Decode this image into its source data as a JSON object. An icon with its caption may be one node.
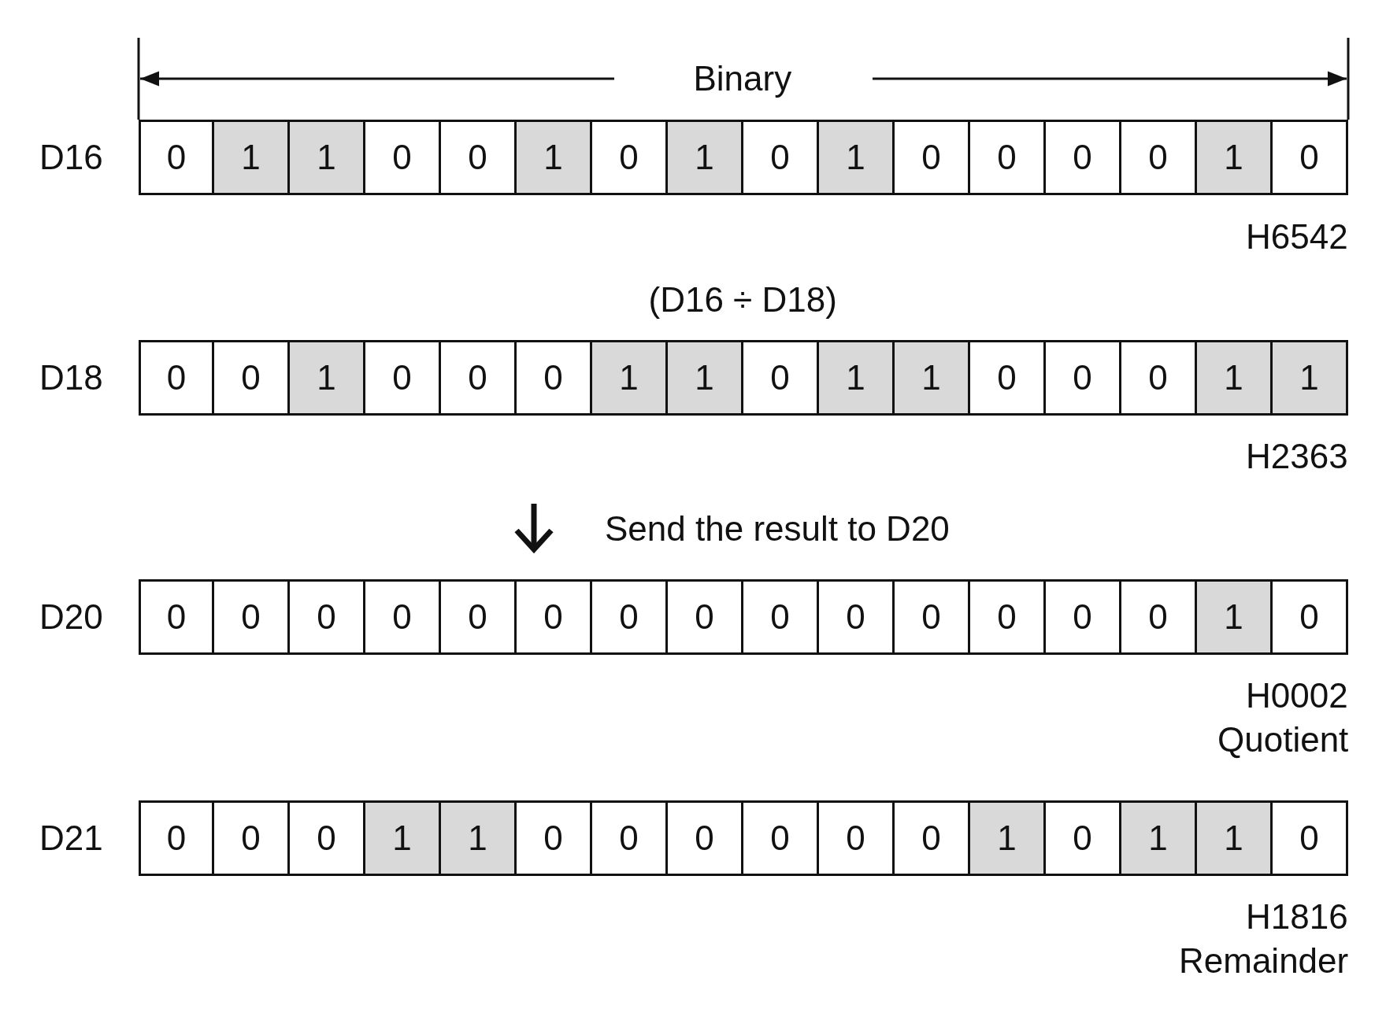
{
  "diagram": {
    "nodes": [
      {
        "text": [
          "0"
        ]
      },
      {
        "text": [
          "1"
        ]
      },
      {
        "text": [
          "1"
        ]
      },
      {
        "text": [
          "0"
        ]
      },
      {
        "text": [
          "0"
        ]
      },
      {
        "text": [
          "1"
        ]
      },
      {
        "text": [
          "0"
        ]
      },
      {
        "text": [
          "1"
        ]
      },
      {
        "text": [
          "0"
        ]
      },
      {
        "text": [
          "1"
        ]
      },
      {
        "text": [
          "0"
        ]
      },
      {
        "text": [
          "0"
        ]
      },
      {
        "text": [
          "0"
        ]
      },
      {
        "text": [
          "0"
        ]
      },
      {
        "text": [
          "1"
        ]
      },
      {
        "text": [
          "0"
        ]
      },
      {
        "text": [
          "0"
        ]
      },
      {
        "text": [
          "0"
        ]
      },
      {
        "text": [
          "1"
        ]
      },
      {
        "text": [
          "0"
        ]
      },
      {
        "text": [
          "0"
        ]
      },
      {
        "text": [
          "0"
        ]
      },
      {
        "text": [
          "1"
        ]
      },
      {
        "text": [
          "1"
        ]
      },
      {
        "text": [
          "0"
        ]
      },
      {
        "text": [
          "1"
        ]
      },
      {
        "text": [
          "1"
        ]
      },
      {
        "text": [
          "0"
        ]
      },
      {
        "text": [
          "0"
        ]
      },
      {
        "text": [
          "0"
        ]
      },
      {
        "text": [
          "1"
        ]
      },
      {
        "text": [
          "1"
        ]
      },
      {
        "text": [
          "0"
        ]
      },
      {
        "text": [
          "0"
        ]
      },
      {
        "text": [
          "0"
        ]
      },
      {
        "text": [
          "0"
        ]
      },
      {
        "text": [
          "0"
        ]
      },
      {
        "text": [
          "0"
        ]
      },
      {
        "text": [
          "0"
        ]
      },
      {
        "text": [
          "0"
        ]
      },
      {
        "text": [
          "0"
        ]
      },
      {
        "text": [
          "0"
        ]
      },
      {
        "text": [
          "0"
        ]
      },
      {
        "text": [
          "0"
        ]
      },
      {
        "text": [
          "0"
        ]
      },
      {
        "text": [
          "0"
        ]
      },
      {
        "text": [
          "1"
        ]
      },
      {
        "text": [
          "0"
        ]
      },
      {
        "text": [
          "0"
        ]
      },
      {
        "text": [
          "0"
        ]
      },
      {
        "text": [
          "0"
        ]
      },
      {
        "text": [
          "1"
        ]
      },
      {
        "text": [
          "1"
        ]
      },
      {
        "text": [
          "0"
        ]
      },
      {
        "text": [
          "0"
        ]
      },
      {
        "text": [
          "0"
        ]
      },
      {
        "text": [
          "0"
        ]
      },
      {
        "text": [
          "0"
        ]
      },
      {
        "text": [
          "0"
        ]
      },
      {
        "text": [
          "1"
        ]
      },
      {
        "text": [
          "0"
        ]
      },
      {
        "text": [
          "1"
        ]
      },
      {
        "text": [
          "1"
        ]
      },
      {
        "text": [
          "0"
        ]
      }
    ],
    "edges": [],
    "labels": [
      "Binary",
      "D16",
      "H6542",
      "(D16 ÷ D18)",
      "D18",
      "H2363",
      "Send the result to D20",
      "D20",
      "H0002",
      "Quotient",
      "D21",
      "H1816",
      "Remainder"
    ]
  }
}
